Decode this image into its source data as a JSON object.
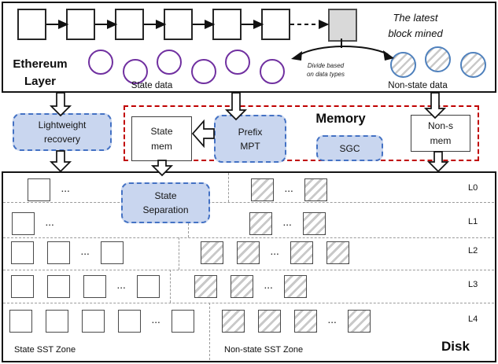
{
  "ethereum": {
    "label_line1": "Ethereum",
    "label_line2": "Layer",
    "chain": {
      "block_count": 6,
      "links": [
        "solid",
        "solid",
        "solid",
        "solid",
        "solid",
        "dashed"
      ],
      "mined_block": "gray-filled"
    },
    "latest_line1": "The latest",
    "latest_line2": "block mined",
    "divide_line1": "Divide based",
    "divide_line2": "on data types",
    "state_data_label": "State data",
    "state_circle_count": 6,
    "nonstate_data_label": "Non-state data",
    "nonstate_circle_count": 3
  },
  "memory": {
    "label": "Memory",
    "lightweight_line1": "Lightweight",
    "lightweight_line2": "recovery",
    "state_mem_line1": "State",
    "state_mem_line2": "mem",
    "prefix_mpt_line1": "Prefix",
    "prefix_mpt_line2": "MPT",
    "sgc_label": "SGC",
    "nonstate_mem_line1": "Non-s",
    "nonstate_mem_line2": "mem"
  },
  "disk": {
    "label": "Disk",
    "state_separation_line1": "State",
    "state_separation_line2": "Separation",
    "state_zone_label": "State SST Zone",
    "nonstate_zone_label": "Non-state SST Zone",
    "ellipsis": "...",
    "rows": [
      {
        "label": "L0",
        "state": [
          "box",
          "dots"
        ],
        "nonstate": [
          "box",
          "dots",
          "box"
        ]
      },
      {
        "label": "L1",
        "state": [
          "box",
          "dots"
        ],
        "nonstate": [
          "box",
          "dots",
          "box"
        ]
      },
      {
        "label": "L2",
        "state": [
          "box",
          "box",
          "dots",
          "box"
        ],
        "nonstate": [
          "box",
          "box",
          "dots",
          "box",
          "box"
        ]
      },
      {
        "label": "L3",
        "state": [
          "box",
          "box",
          "box",
          "dots",
          "box"
        ],
        "nonstate": [
          "box",
          "box",
          "dots",
          "box"
        ]
      },
      {
        "label": "L4",
        "state": [
          "box",
          "box",
          "box",
          "box",
          "dots",
          "box"
        ],
        "nonstate": [
          "box",
          "box",
          "box",
          "dots",
          "box"
        ]
      }
    ]
  },
  "colors": {
    "accent_blue_border": "#4472c4",
    "accent_blue_fill": "#c9d6ef",
    "memory_red": "#c00000",
    "state_circle_purple": "#7030a0",
    "nonstate_circle_blue": "#4f81bd",
    "mined_block_gray": "#d9d9d9",
    "hatch_gray": "#c9c9c9",
    "dashed_gray": "#9b9b9b"
  }
}
